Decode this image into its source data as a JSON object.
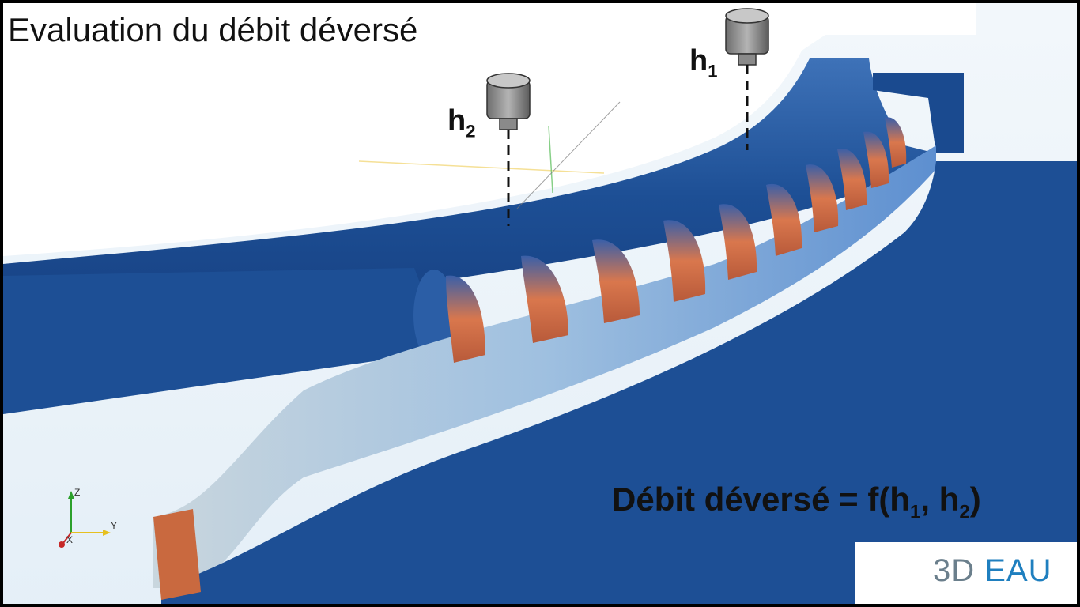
{
  "title": "Evaluation du débit déversé",
  "sensors": {
    "h1": {
      "label": "h",
      "sub": "1"
    },
    "h2": {
      "label": "h",
      "sub": "2"
    }
  },
  "formula": {
    "prefix": "Débit déversé = f(h",
    "sub1": "1",
    "middle": ", h",
    "sub2": "2",
    "suffix": ")"
  },
  "axes": {
    "z": "Z",
    "y": "Y",
    "x": "X"
  },
  "logo": {
    "part1": "3D",
    "part2": "EAU"
  },
  "colors": {
    "pipe": "#1d4f95",
    "pipe_dark": "#12357a",
    "water_light": "#bcd7ec",
    "weir": "#d9774d",
    "sensor": "#8a8a8a",
    "logo_blue": "#1f7fbf",
    "logo_grey": "#6b7f8c"
  }
}
